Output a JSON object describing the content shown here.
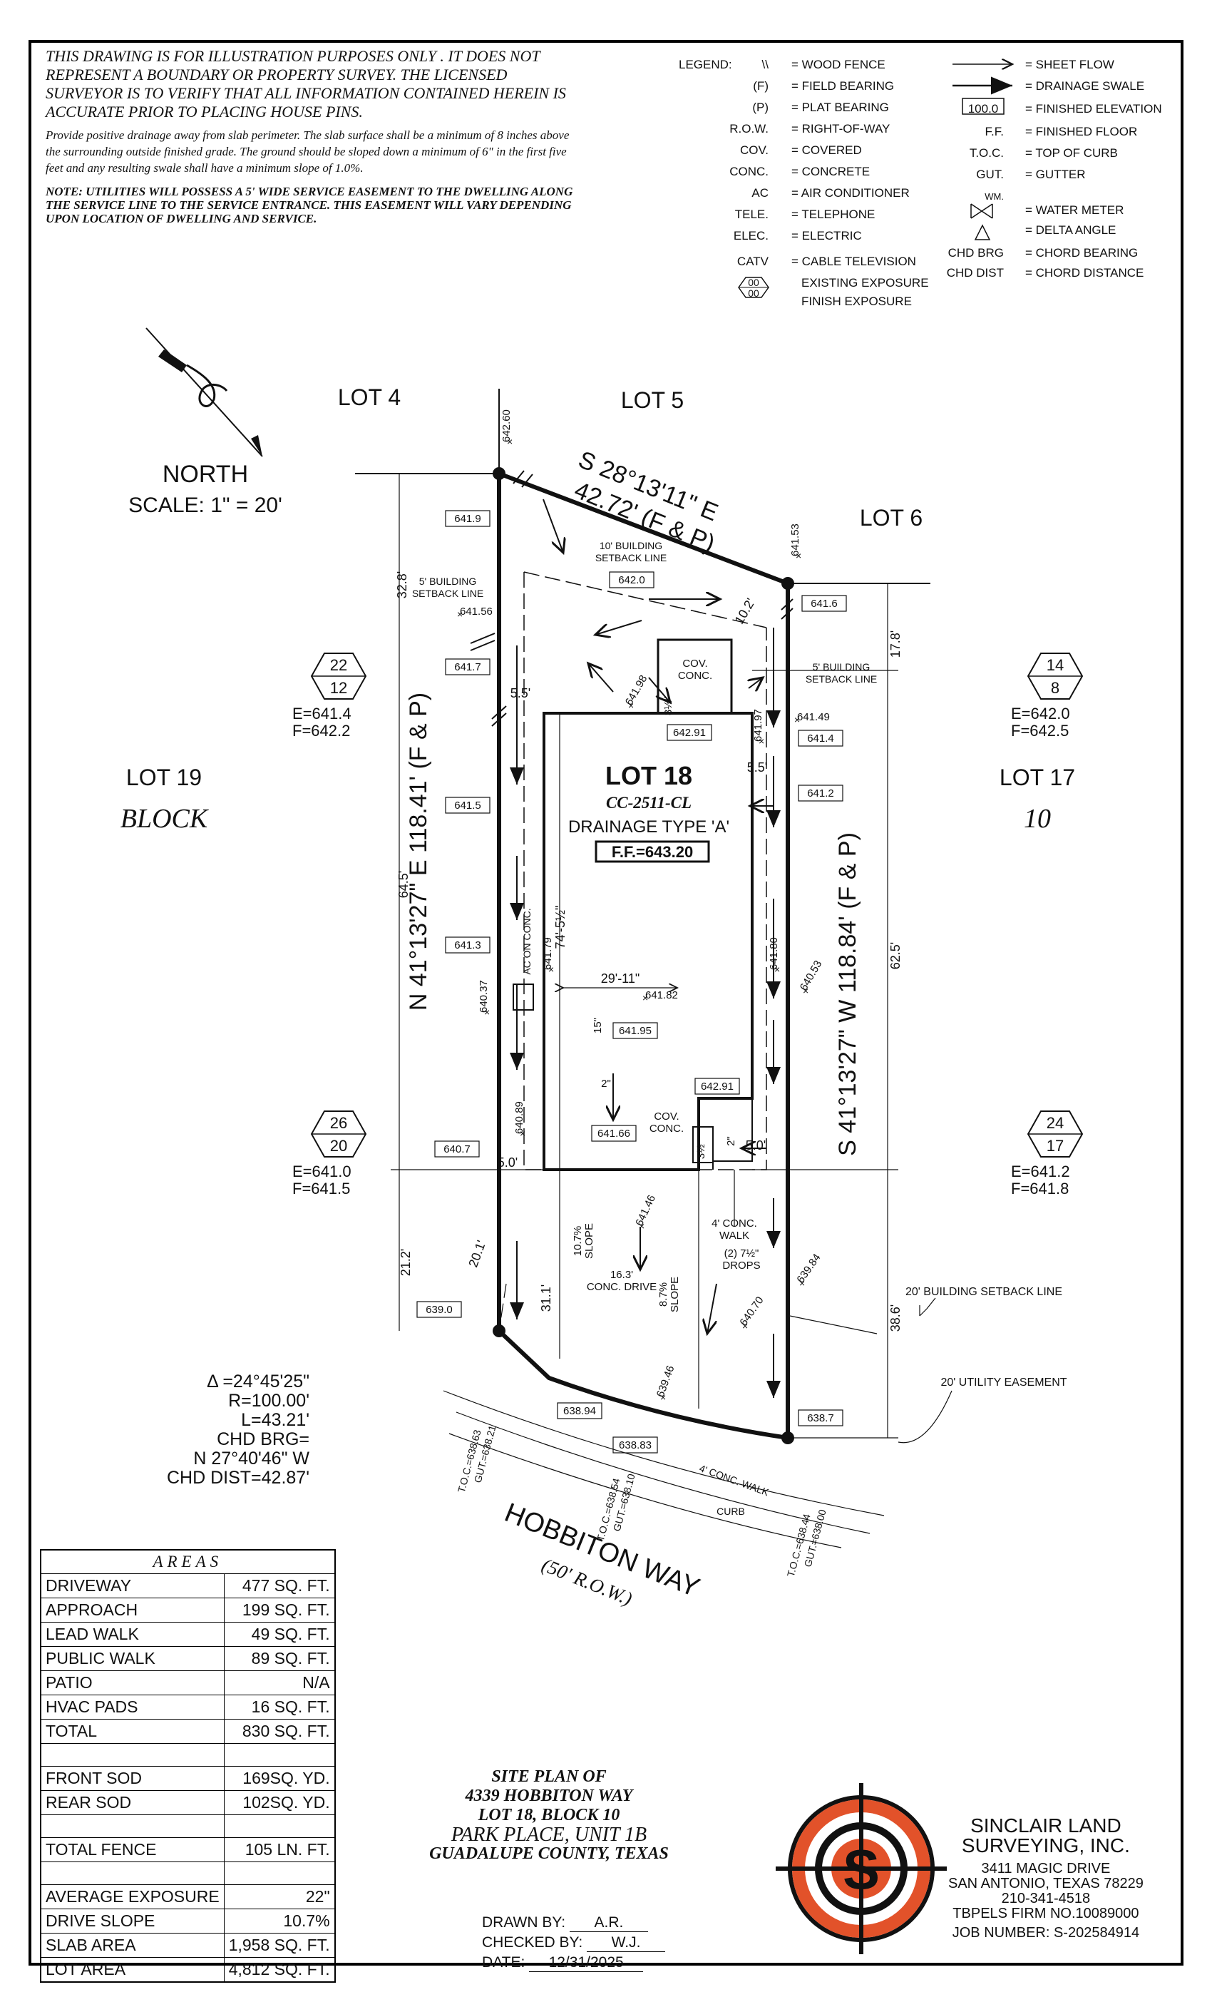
{
  "notes": {
    "disclaimer": "THIS DRAWING IS FOR ILLUSTRATION PURPOSES ONLY . IT DOES NOT REPRESENT A BOUNDARY OR PROPERTY SURVEY. THE LICENSED SURVEYOR IS TO VERIFY THAT ALL INFORMATION CONTAINED HEREIN IS ACCURATE PRIOR TO PLACING HOUSE PINS.",
    "drainage": "Provide positive drainage away from slab perimeter. The slab surface shall be a minimum of 8 inches above the surrounding outside finished grade. The ground should be sloped down a minimum of 6\" in the first five feet and any resulting swale shall have a minimum slope of 1.0%.",
    "utilities": "NOTE: UTILITIES WILL POSSESS A 5' WIDE SERVICE EASEMENT TO THE DWELLING ALONG THE SERVICE LINE TO THE SERVICE ENTRANCE. THIS EASEMENT WILL VARY DEPENDING UPON LOCATION OF DWELLING AND SERVICE."
  },
  "legend": {
    "title": "LEGEND:",
    "left": [
      {
        "sym": "\\\\",
        "desc": "= WOOD FENCE"
      },
      {
        "sym": "(F)",
        "desc": "= FIELD BEARING"
      },
      {
        "sym": "(P)",
        "desc": "= PLAT BEARING"
      },
      {
        "sym": "R.O.W.",
        "desc": "= RIGHT-OF-WAY"
      },
      {
        "sym": "COV.",
        "desc": "= COVERED"
      },
      {
        "sym": "CONC.",
        "desc": "= CONCRETE"
      },
      {
        "sym": "AC",
        "desc": "= AIR CONDITIONER"
      },
      {
        "sym": "TELE.",
        "desc": "= TELEPHONE"
      },
      {
        "sym": "ELEC.",
        "desc": "= ELECTRIC"
      },
      {
        "sym": "CATV",
        "desc": "= CABLE TELEVISION"
      }
    ],
    "exposure_sym": "00",
    "exposure_desc1": "EXISTING EXPOSURE",
    "exposure_desc2": "FINISH EXPOSURE",
    "right": [
      {
        "sym": "",
        "desc": "= SHEET FLOW"
      },
      {
        "sym": "",
        "desc": "= DRAINAGE SWALE"
      },
      {
        "sym": "100.0",
        "desc": "= FINISHED ELEVATION"
      },
      {
        "sym": "F.F.",
        "desc": "= FINISHED FLOOR"
      },
      {
        "sym": "T.O.C.",
        "desc": "= TOP OF CURB"
      },
      {
        "sym": "GUT.",
        "desc": "= GUTTER"
      },
      {
        "sym": "WM.",
        "desc": "= WATER METER"
      },
      {
        "sym": "",
        "desc": "= DELTA ANGLE"
      },
      {
        "sym": "CHD BRG",
        "desc": "= CHORD BEARING"
      },
      {
        "sym": "CHD DIST",
        "desc": "= CHORD DISTANCE"
      }
    ]
  },
  "north": {
    "label": "NORTH",
    "scale": "SCALE: 1\" = 20'"
  },
  "lots": {
    "lot4": "LOT 4",
    "lot5": "LOT 5",
    "lot6": "LOT 6",
    "lot19": "LOT 19",
    "block": "BLOCK",
    "lot17": "LOT 17",
    "block_no": "10"
  },
  "subject": {
    "lot": "LOT 18",
    "plan": "CC-2511-CL",
    "drainage": "DRAINAGE TYPE 'A'",
    "ff": "F.F.=643.20"
  },
  "bearings": {
    "rear": "S 28°13'11\" E",
    "rear_dist": "42.72' (F & P)",
    "left": "N 41°13'27\" E 118.41' (F & P)",
    "right": "S 41°13'27\" W 118.84' (F & P)"
  },
  "exposures": [
    {
      "top": "22",
      "bottom": "12",
      "e": "E=641.4",
      "f": "F=642.2"
    },
    {
      "top": "14",
      "bottom": "8",
      "e": "E=642.0",
      "f": "F=642.5"
    },
    {
      "top": "26",
      "bottom": "20",
      "e": "E=641.0",
      "f": "F=641.5"
    },
    {
      "top": "24",
      "bottom": "17",
      "e": "E=641.2",
      "f": "F=641.8"
    }
  ],
  "elevations_boxed": {
    "e1": "641.9",
    "e2": "642.0",
    "e3": "641.6",
    "e4": "641.7",
    "e5": "642.91",
    "e6": "641.4",
    "e7": "641.2",
    "e8": "641.5",
    "e9": "641.3",
    "e10": "641.95",
    "e11": "642.91",
    "e12": "641.66",
    "e13": "640.7",
    "e14": "639.0",
    "e15": "638.94",
    "e16": "638.83",
    "e17": "638.7"
  },
  "elevations_pt": {
    "p1": "642.60",
    "p2": "641.53",
    "p3": "641.56",
    "p4": "641.98",
    "p5": "641.97",
    "p6": "641.49",
    "p7": "641.79",
    "p8": "640.37",
    "p9": "641.82",
    "p10": "641.80",
    "p11": "640.53",
    "p12": "640.89",
    "p13": "641.46",
    "p14": "639.84",
    "p15": "640.70",
    "p16": "639.46"
  },
  "dims": {
    "rear_setback": "10' BUILDING SETBACK LINE",
    "side_setback_l": "5' BUILDING SETBACK LINE",
    "side_setback_r": "5' BUILDING SETBACK LINE",
    "front_setback": "20' BUILDING SETBACK LINE",
    "util": "20' UTILITY EASEMENT",
    "d328": "32.8'",
    "d102": "10.2'",
    "d178": "17.8'",
    "d55a": "5.5'",
    "d55b": "5.5'",
    "d645": "64.5'",
    "d625": "62.5'",
    "d7452": "74'-5½\"",
    "d2911": "29'-11\"",
    "d50a": "5.0'",
    "d50b": "5.0'",
    "d212": "21.2'",
    "d201": "20.1'",
    "d311": "31.1'",
    "d386": "38.6'",
    "d15": "15\"",
    "d2": "2\"",
    "d2b": "2\"",
    "d312": "3½\"",
    "d312b": "3½\""
  },
  "site_labels": {
    "cov_conc_rear": "COV. CONC.",
    "cov_conc_front": "COV. CONC.",
    "ac": "AC ON CONC.",
    "walk": "4' CONC. WALK",
    "drops": "(2) 7½\" DROPS",
    "slope1": "10.7% SLOPE",
    "slope2": "8.7% SLOPE",
    "drive": "16.3' CONC. DRIVE",
    "pub_walk": "4' CONC. WALK",
    "curb": "CURB",
    "toc1": "T.O.C.=638.63",
    "gut1": "GUT.=638.21",
    "toc2": "T.O.C.=638.54",
    "gut2": "GUT.=638.10",
    "toc3": "T.O.C.=638.44",
    "gut3": "GUT.=638.00"
  },
  "curve": {
    "delta": "Δ =24°45'25\"",
    "r": "R=100.00'",
    "l": "L=43.21'",
    "brg": "CHD BRG=",
    "brg2": "N 27°40'46\" W",
    "dist": "CHD DIST=42.87'"
  },
  "street": {
    "name": "HOBBITON WAY",
    "row": "(50' R.O.W.)"
  },
  "areas": {
    "title": "AREAS",
    "rows1": [
      {
        "k": "DRIVEWAY",
        "v": "477 SQ. FT."
      },
      {
        "k": "APPROACH",
        "v": "199 SQ. FT."
      },
      {
        "k": "LEAD WALK",
        "v": "49 SQ. FT."
      },
      {
        "k": "PUBLIC WALK",
        "v": "89 SQ. FT."
      },
      {
        "k": "PATIO",
        "v": "N/A"
      },
      {
        "k": "HVAC PADS",
        "v": "16 SQ. FT."
      },
      {
        "k": "TOTAL",
        "v": "830 SQ. FT."
      }
    ],
    "rows2": [
      {
        "k": "FRONT SOD",
        "v": "169SQ. YD."
      },
      {
        "k": "REAR SOD",
        "v": "102SQ. YD."
      }
    ],
    "rows3": [
      {
        "k": "TOTAL FENCE",
        "v": "105 LN. FT."
      }
    ],
    "rows4": [
      {
        "k": "AVERAGE EXPOSURE",
        "v": "22\""
      },
      {
        "k": "DRIVE SLOPE",
        "v": "10.7%"
      },
      {
        "k": "SLAB AREA",
        "v": "1,958 SQ. FT."
      },
      {
        "k": "LOT AREA",
        "v": "4,812 SQ. FT."
      }
    ]
  },
  "title_block": {
    "l1": "SITE PLAN OF",
    "l2": "4339 HOBBITON WAY",
    "l3": "LOT 18, BLOCK 10",
    "l4": "PARK PLACE, UNIT 1B",
    "l5": "GUADALUPE COUNTY, TEXAS"
  },
  "signoff": {
    "drawn_k": "DRAWN BY:",
    "drawn_v": "A.R.",
    "checked_k": "CHECKED BY:",
    "checked_v": "W.J.",
    "date_k": "DATE:",
    "date_v": "12/31/2025"
  },
  "company": {
    "name1": "SINCLAIR LAND",
    "name2": "SURVEYING, INC.",
    "addr1": "3411 MAGIC DRIVE",
    "addr2": "SAN ANTONIO, TEXAS 78229",
    "phone": "210-341-4518",
    "firm": "TBPELS FIRM NO.10089000",
    "job": "JOB NUMBER:   S-202584914",
    "logo_letter": "S",
    "logo_color": "#e2522a"
  }
}
